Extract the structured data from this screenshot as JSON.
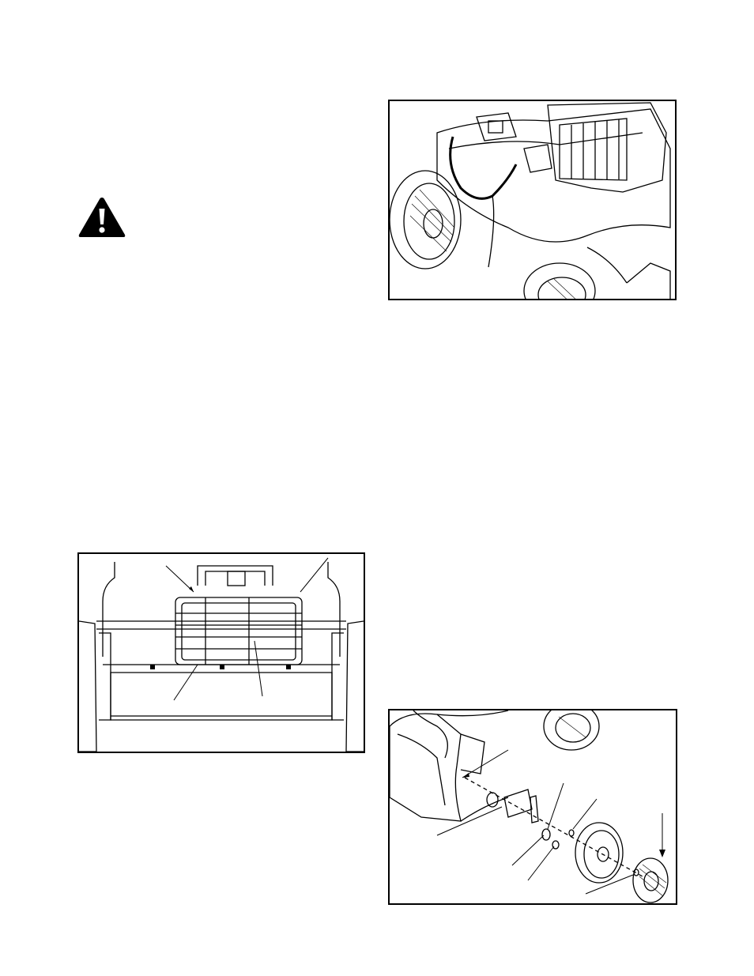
{
  "page": {
    "warning_icon": "warning-triangle-icon",
    "figures": [
      {
        "id": "figure-engine-cable",
        "caption": ""
      },
      {
        "id": "figure-rear-frame",
        "caption": ""
      },
      {
        "id": "figure-wheel-assembly",
        "caption": ""
      }
    ]
  }
}
